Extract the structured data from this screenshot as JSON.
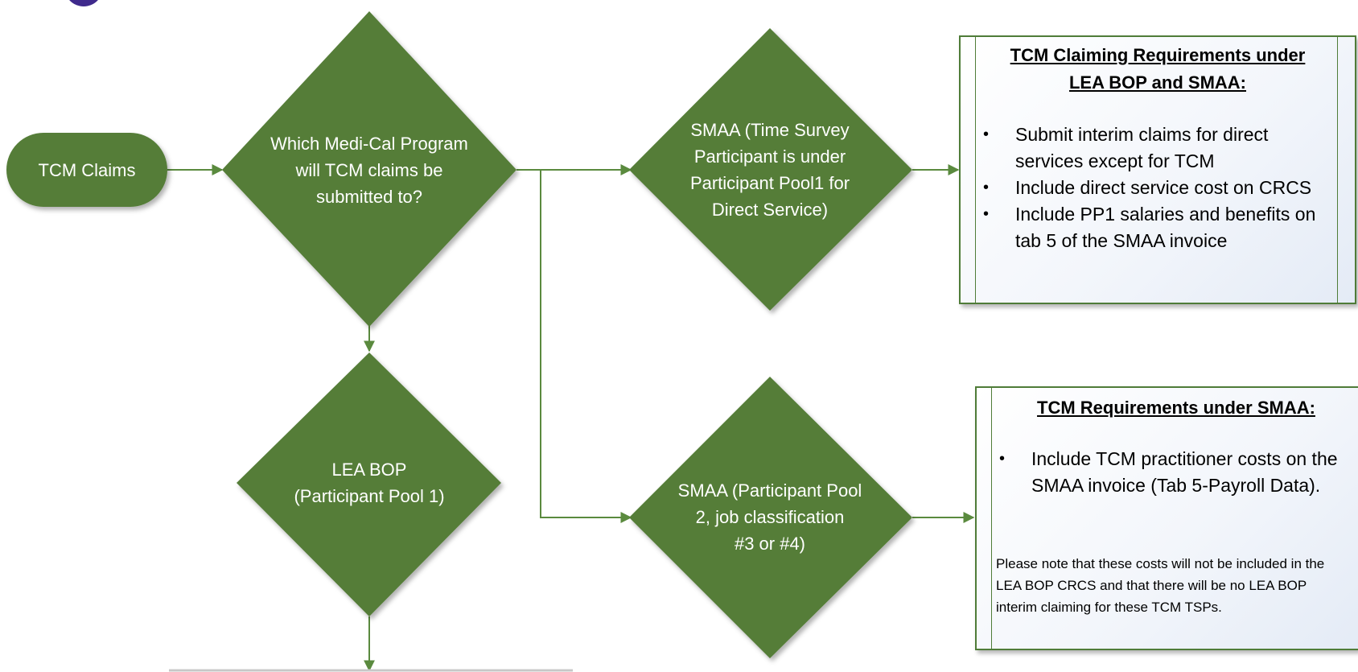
{
  "colors": {
    "node_fill": "#557d39",
    "connector": "#5a8a3e",
    "box_border": "#4f7c38",
    "logo_primary": "#3f2a8c",
    "logo_secondary": "#8c2f9a"
  },
  "nodes": {
    "start": {
      "label": "TCM Claims"
    },
    "question": {
      "label": "Which Medi-Cal Program\nwill TCM claims be\nsubmitted to?"
    },
    "smaa_pp1": {
      "label": "SMAA (Time Survey\nParticipant is under\nParticipant Pool1 for\nDirect Service)"
    },
    "lea_bop": {
      "label": "LEA BOP\n(Participant Pool 1)"
    },
    "smaa_pp2": {
      "label": "SMAA (Participant Pool\n2, job classification\n#3 or #4)"
    }
  },
  "boxes": {
    "lea_smaa": {
      "title": "TCM Claiming Requirements under\nLEA BOP and SMAA:",
      "items": [
        "Submit interim claims for direct services except for TCM",
        "Include direct service cost on CRCS",
        "Include PP1 salaries and benefits on tab 5 of the SMAA invoice"
      ]
    },
    "smaa": {
      "title": "TCM Requirements under SMAA:",
      "items": [
        "Include TCM practitioner costs on the SMAA invoice (Tab 5-Payroll Data)."
      ],
      "note": "Please note that these costs will not be included in the LEA BOP CRCS and that there will be no LEA BOP interim claiming for these TCM TSPs."
    }
  }
}
